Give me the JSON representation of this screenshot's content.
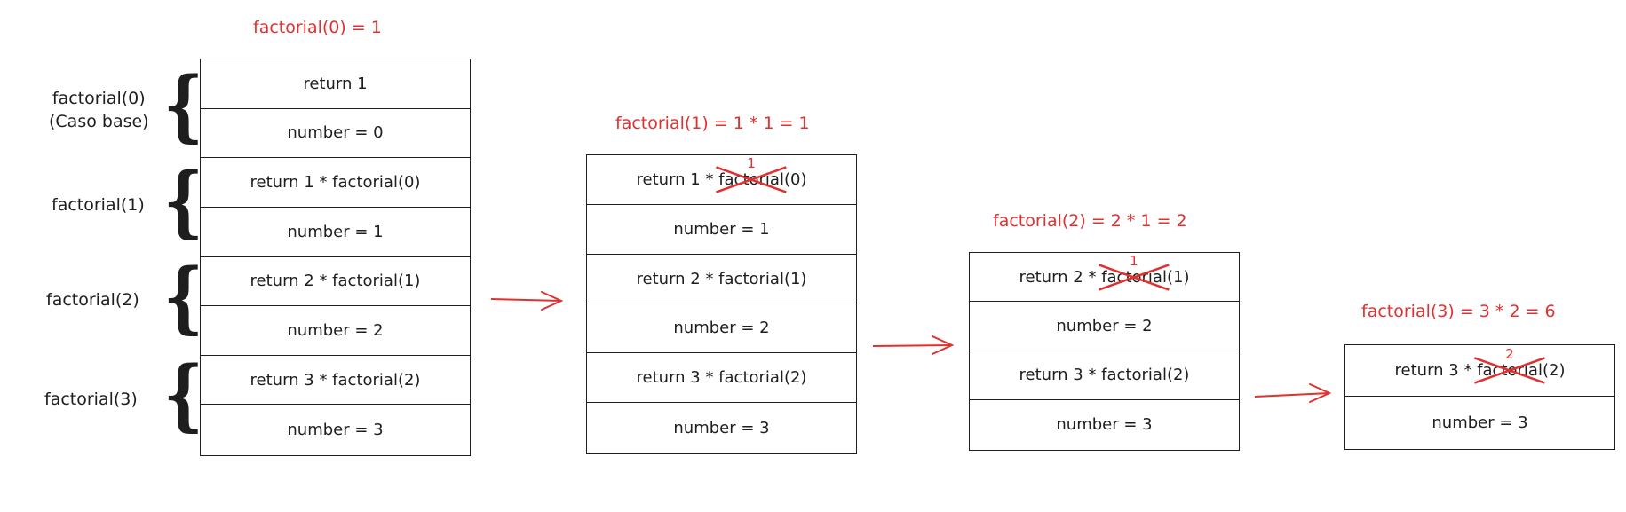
{
  "colors": {
    "ink": "#1e1e1e",
    "annotation": "#e03131"
  },
  "labels": [
    {
      "lines": [
        "factorial(0)",
        "(Caso base)"
      ]
    },
    {
      "lines": [
        "factorial(1)"
      ]
    },
    {
      "lines": [
        "factorial(2)"
      ]
    },
    {
      "lines": [
        "factorial(3)"
      ]
    }
  ],
  "stacks": [
    {
      "title": "factorial(0) = 1",
      "cells": [
        {
          "text": "return 1"
        },
        {
          "text": "number = 0"
        },
        {
          "text": "return 1 * factorial(0)"
        },
        {
          "text": "number = 1"
        },
        {
          "text": "return 2 * factorial(1)"
        },
        {
          "text": "number = 2"
        },
        {
          "text": "return 3 * factorial(2)"
        },
        {
          "text": "number = 3"
        }
      ]
    },
    {
      "title": "factorial(1) = 1 * 1 = 1",
      "cells": [
        {
          "pre": "return 1 * ",
          "struck": "factorial",
          "over": "1",
          "post": "(0)"
        },
        {
          "text": "number = 1"
        },
        {
          "text": "return 2 * factorial(1)"
        },
        {
          "text": "number = 2"
        },
        {
          "text": "return 3 * factorial(2)"
        },
        {
          "text": "number = 3"
        }
      ]
    },
    {
      "title": "factorial(2) = 2 * 1 = 2",
      "cells": [
        {
          "pre": "return 2 * ",
          "struck": "factorial",
          "over": "1",
          "post": "(1)"
        },
        {
          "text": "number = 2"
        },
        {
          "text": "return 3 * factorial(2)"
        },
        {
          "text": "number = 3"
        }
      ]
    },
    {
      "title": "factorial(3) = 3 * 2 = 6",
      "cells": [
        {
          "pre": "return 3 * ",
          "struck": "factorial",
          "over": "2",
          "post": "(2)"
        },
        {
          "text": "number = 3"
        }
      ]
    }
  ]
}
